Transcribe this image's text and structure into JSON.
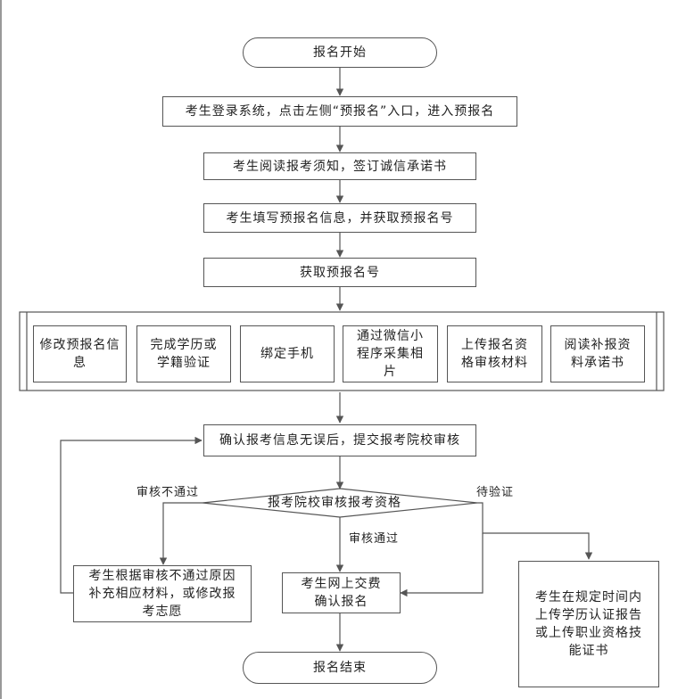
{
  "start": "报名开始",
  "steps": [
    "考生登录系统，点击左侧“预报名”入口，进入预报名",
    "考生阅读报考须知，签订诚信承诺书",
    "考生填写预报名信息，并获取预报名号",
    "获取预报名号"
  ],
  "parallel_tasks": [
    "修改预报名信息",
    "完成学历或学籍验证",
    "绑定手机",
    "通过微信小程序采集相片",
    "上传报名资格审核材料",
    "阅读补报资料承诺书"
  ],
  "confirm_submit": "确认报考信息无误后，提交报考院校审核",
  "decision": "报考院校审核报考资格",
  "branches": {
    "fail_label": "审核不通过",
    "pass_label": "审核通过",
    "pending_label": "待验证"
  },
  "fail_action": "考生根据审核不通过原因补充相应材料，或修改报考志愿",
  "pay_action": "考生网上交费确认报名",
  "pending_action": "考生在规定时间内上传学历认证报告或上传职业资格技能证书",
  "end": "报名结束",
  "colors": {
    "line": "#555555",
    "text": "#222222"
  }
}
